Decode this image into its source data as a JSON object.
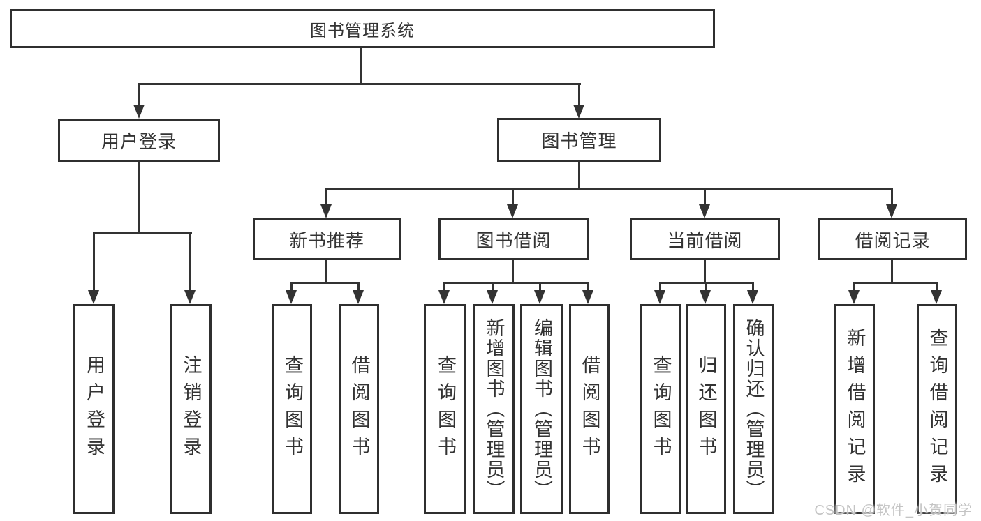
{
  "nodes": {
    "root": {
      "label": "图书管理系统"
    },
    "level2": [
      {
        "label": "用户登录"
      },
      {
        "label": "图书管理"
      }
    ],
    "level3": [
      {
        "label": "新书推荐",
        "parent": "图书管理"
      },
      {
        "label": "图书借阅",
        "parent": "图书管理"
      },
      {
        "label": "当前借阅",
        "parent": "图书管理"
      },
      {
        "label": "借阅记录",
        "parent": "图书管理"
      }
    ],
    "leaves": [
      {
        "label": "用户登录",
        "parent": "用户登录"
      },
      {
        "label": "注销登录",
        "parent": "用户登录"
      },
      {
        "label": "查询图书",
        "parent": "新书推荐"
      },
      {
        "label": "借阅图书",
        "parent": "新书推荐"
      },
      {
        "label": "查询图书",
        "parent": "图书借阅"
      },
      {
        "label": "新增图书（管理员）",
        "parent": "图书借阅"
      },
      {
        "label": "编辑图书（管理员）",
        "parent": "图书借阅"
      },
      {
        "label": "借阅图书",
        "parent": "图书借阅"
      },
      {
        "label": "查询图书",
        "parent": "当前借阅"
      },
      {
        "label": "归还图书",
        "parent": "当前借阅"
      },
      {
        "label": "确认归还（管理员）",
        "parent": "当前借阅"
      },
      {
        "label": "新增借阅记录",
        "parent": "借阅记录"
      },
      {
        "label": "查询借阅记录",
        "parent": "借阅记录"
      }
    ]
  },
  "watermark": {
    "text": "CSDN @软件_小贺同学"
  },
  "colors": {
    "line": "#333333",
    "box_border": "#2f2f2f",
    "text": "#333333",
    "background": "#ffffff",
    "watermark": "#c4c4c4"
  }
}
